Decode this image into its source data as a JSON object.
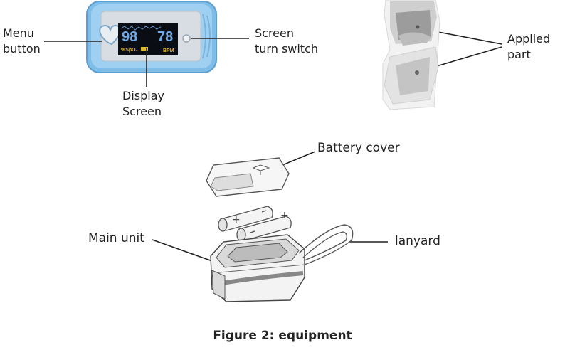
{
  "labels": {
    "menu_button": "Menu\nbutton",
    "display_screen": "Display\nScreen",
    "screen_switch": "Screen\nturn switch",
    "applied_part": "Applied\npart",
    "battery_cover": "Battery cover",
    "main_unit": "Main unit",
    "lanyard": "lanyard"
  },
  "screen": {
    "spo2": "98",
    "pulse": "78",
    "spo2_unit": "%SpO₂",
    "pulse_unit": "BPM"
  },
  "caption": "Figure 2: equipment",
  "colors": {
    "device_body": "#8ec7ee",
    "device_face": "#d9dee4",
    "screen_bg": "#0a0d14",
    "screen_digits": "#6fa9e6",
    "screen_units": "#e1b62a"
  }
}
